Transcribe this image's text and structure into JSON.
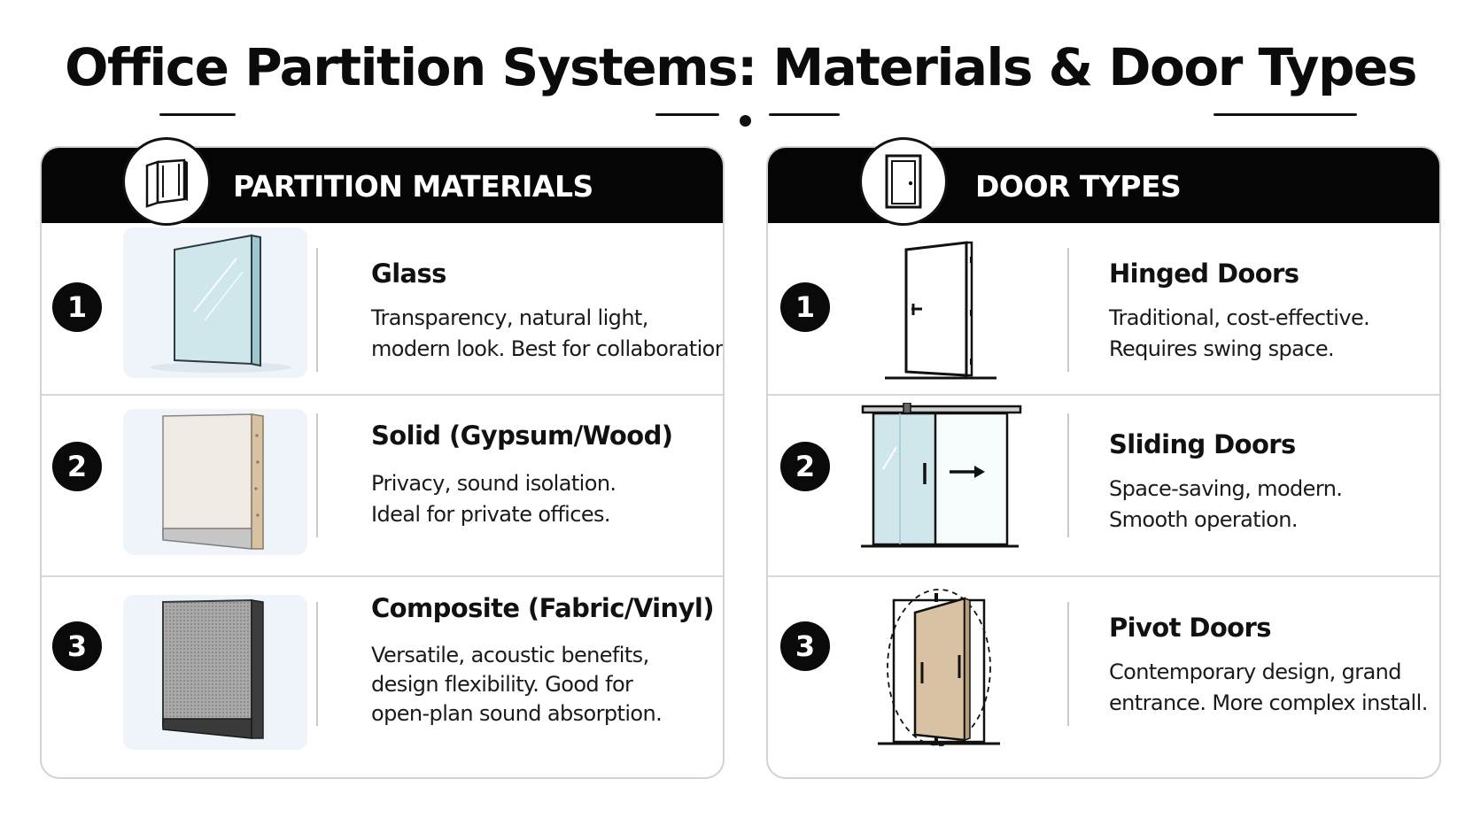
{
  "title": "Office Partition Systems: Materials & Door Types",
  "colors": {
    "header": "#050505",
    "glass": "#cfe6ea",
    "solid": "#efebe4",
    "composite": "#a9a9a9",
    "wood": "#d8c2a3"
  },
  "materials": {
    "header": "PARTITION MATERIALS",
    "icon": "partition-panels-icon",
    "items": [
      {
        "number": "1",
        "title": "Glass",
        "desc": [
          "Transparency, natural light,",
          "modern look. Best for collaboration."
        ],
        "icon": "glass-panel-icon"
      },
      {
        "number": "2",
        "title": "Solid (Gypsum/Wood)",
        "desc": [
          "Privacy, sound isolation.",
          "Ideal for private offices."
        ],
        "icon": "solid-panel-icon"
      },
      {
        "number": "3",
        "title": "Composite (Fabric/Vinyl)",
        "desc": [
          "Versatile, acoustic benefits,",
          "design flexibility. Good for",
          "open-plan sound absorption."
        ],
        "icon": "fabric-panel-icon"
      }
    ]
  },
  "doors": {
    "header": "DOOR TYPES",
    "icon": "door-icon",
    "items": [
      {
        "number": "1",
        "title": "Hinged Doors",
        "desc": [
          "Traditional, cost-effective.",
          "Requires swing space."
        ],
        "icon": "hinged-door-icon"
      },
      {
        "number": "2",
        "title": "Sliding Doors",
        "desc": [
          "Space-saving, modern.",
          "Smooth operation."
        ],
        "icon": "sliding-door-icon"
      },
      {
        "number": "3",
        "title": "Pivot Doors",
        "desc": [
          "Contemporary design, grand",
          "entrance. More complex install."
        ],
        "icon": "pivot-door-icon"
      }
    ]
  }
}
